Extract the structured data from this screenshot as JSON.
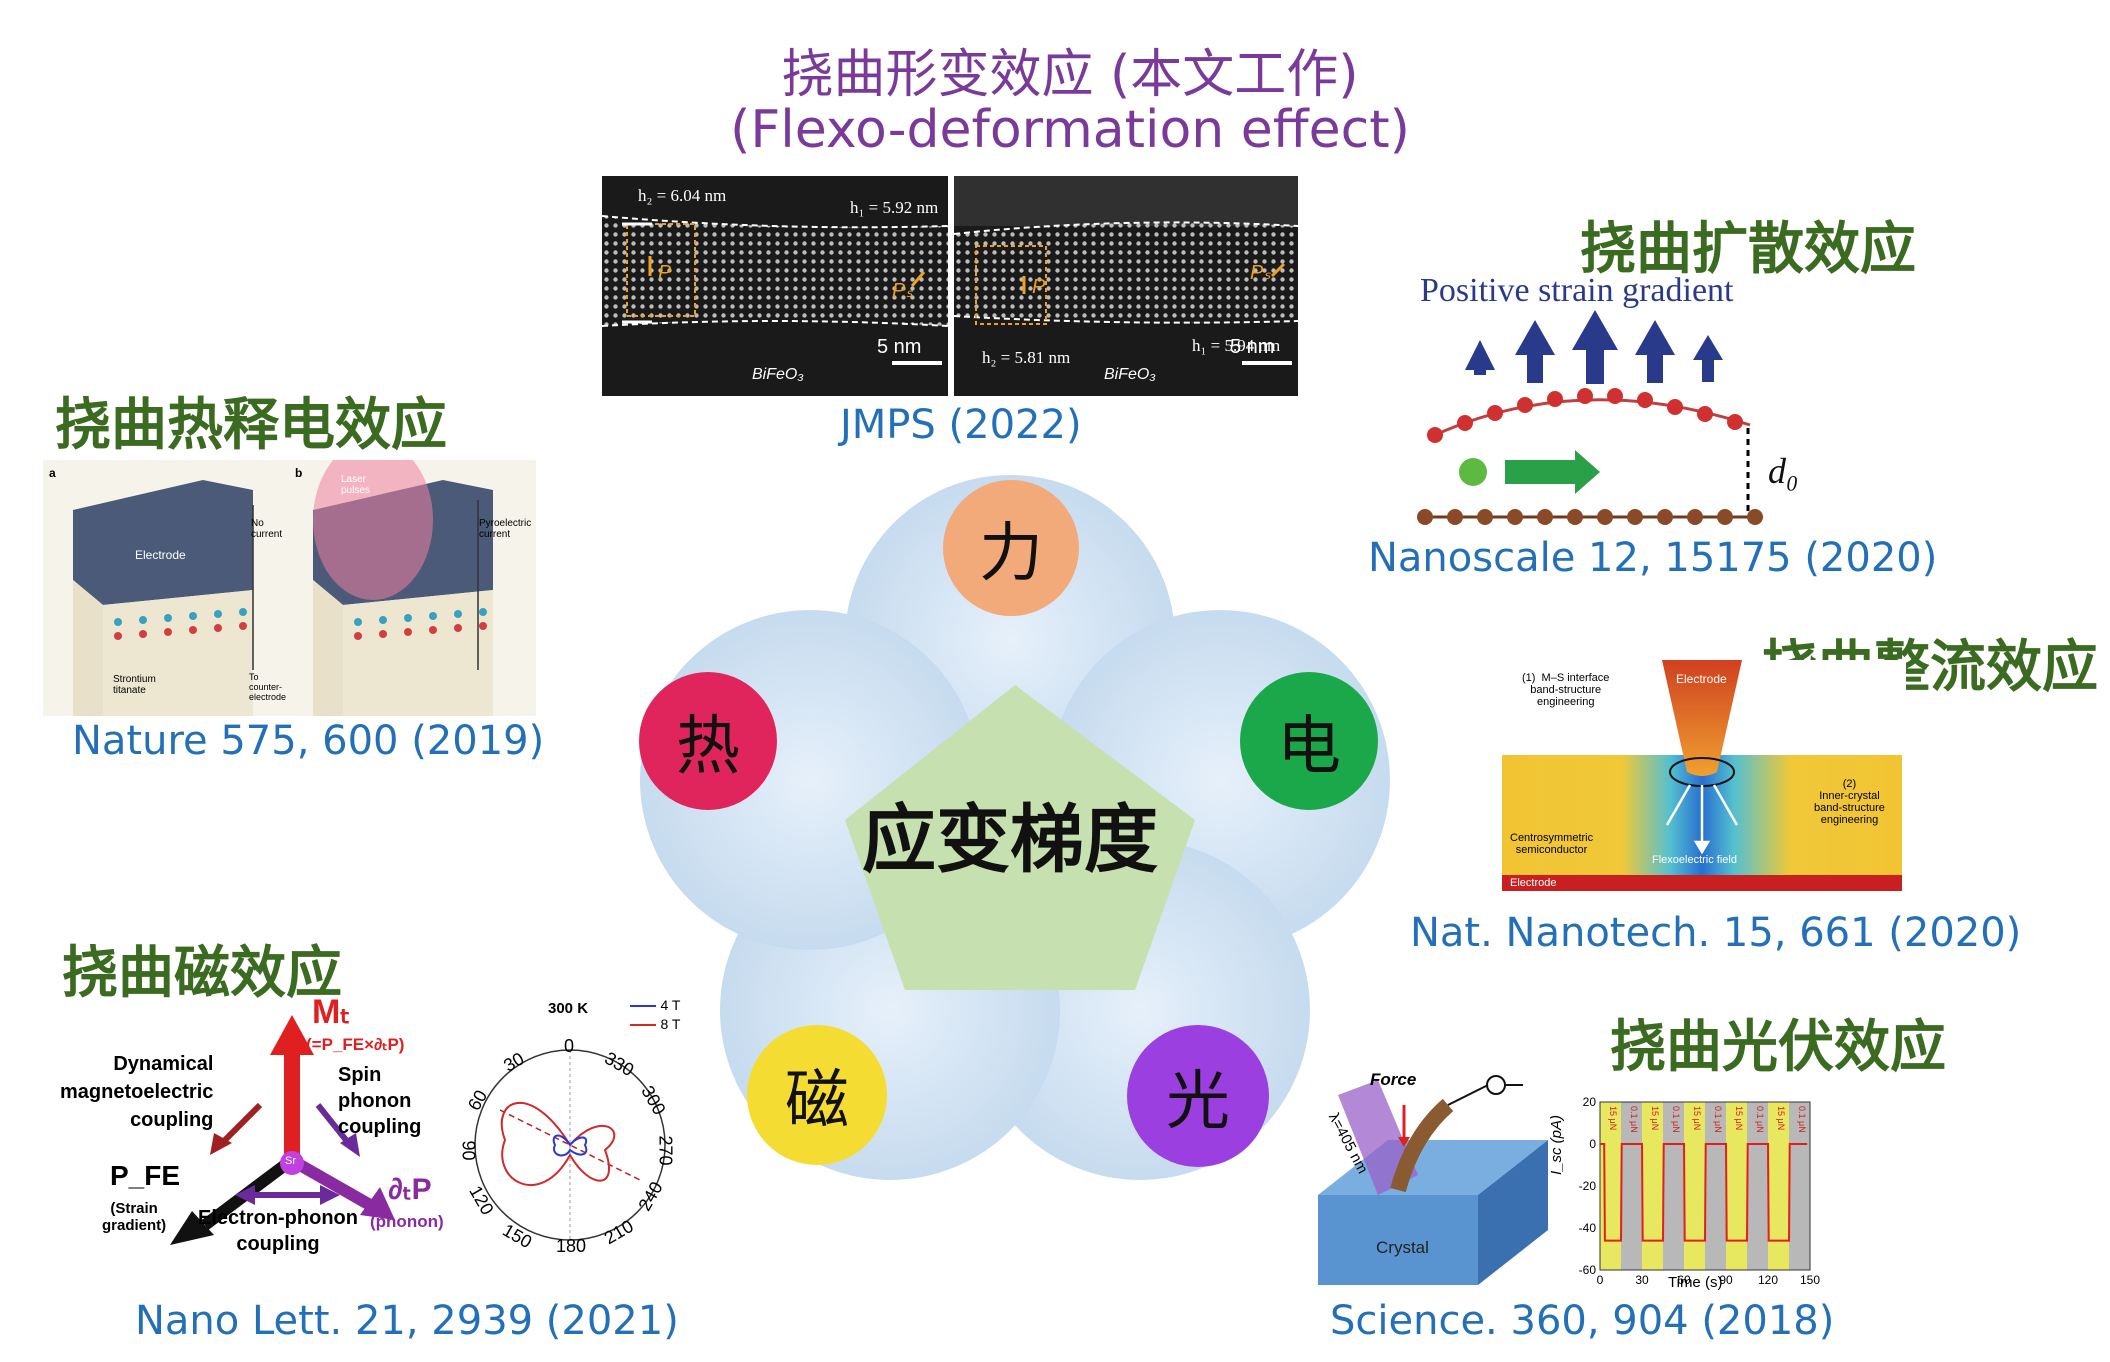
{
  "center": {
    "label": "应变梯度",
    "nodes": [
      {
        "label": "力",
        "color": "#f2aa7a"
      },
      {
        "label": "电",
        "color": "#1aa84a"
      },
      {
        "label": "光",
        "color": "#9b3fe0"
      },
      {
        "label": "磁",
        "color": "#f5dc32"
      },
      {
        "label": "热",
        "color": "#e0255c"
      }
    ],
    "petal_color": "#cde0f2",
    "pentagon_color": "#c6e0b0"
  },
  "deformation": {
    "title_cn": "挠曲形变效应 (本文工作)",
    "title_en": "(Flexo-deformation effect)",
    "ref": "JMPS (2022)",
    "left_img": {
      "h2": "h₂ = 6.04 nm",
      "h1": "h₁ = 5.92 nm",
      "p": "P",
      "ps": "Pₛ",
      "material": "BiFeO₃",
      "scale": "5 nm"
    },
    "right_img": {
      "h2": "h₂ = 5.81 nm",
      "h1": "h₁ = 5.94 nm",
      "p": "P",
      "ps": "Pₛ",
      "material": "BiFeO₃",
      "scale": "5 nm"
    }
  },
  "diffusion": {
    "title": "挠曲扩散效应",
    "ref": "Nanoscale 12, 15175 (2020)",
    "label": "Positive strain gradient",
    "d0": "d₀"
  },
  "pyroelectric": {
    "title": "挠曲热释电效应",
    "ref": "Nature 575, 600 (2019)",
    "labels": {
      "a": "a",
      "b": "b",
      "electrode": "Electrode",
      "no_current": "No\ncurrent",
      "laser": "Laser\npulses",
      "pyro_current": "Pyroelectric\ncurrent",
      "sto": "Strontium\ntitanate",
      "counter": "To\ncounter-\nelectrode"
    }
  },
  "rectification": {
    "title": "挠曲整流效应",
    "ref": "Nat. Nanotech. 15, 661 (2020)",
    "labels": {
      "ms": "(1)  M–S interface\nband-structure\nengineering",
      "electrode_tip": "Electrode",
      "inner": "(2)\nInner-crystal\nband-structure\nengineering",
      "centro": "Centrosymmetric\nsemiconductor",
      "field": "Flexoelectric field",
      "electrode_bottom": "Electrode"
    }
  },
  "magnetic": {
    "title": "挠曲磁效应",
    "ref": "Nano Lett. 21, 2939 (2021)",
    "labels": {
      "mt": "Mₜ",
      "mt_eq": "(=P_FE×∂ₜP)",
      "dynamical": "Dynamical\nmagnetoelectric\ncoupling",
      "spin": "Spin\nphonon\ncoupling",
      "pfe": "P_FE",
      "strain": "(Strain\ngradient)",
      "ep": "Electron-phonon\ncoupling",
      "dtp": "∂ₜP",
      "phonon": "(phonon)",
      "sr": "Sr"
    },
    "polar": {
      "title": "300 K",
      "legend": [
        "4 T",
        "8 T"
      ],
      "legend_colors": [
        "#2a3ad0",
        "#d02a2a"
      ],
      "angles": [
        "0",
        "30",
        "60",
        "90",
        "120",
        "150",
        "180",
        "210",
        "240",
        "270",
        "300",
        "330"
      ]
    }
  },
  "photovoltaic": {
    "title": "挠曲光伏效应",
    "ref": "Science. 360, 904 (2018)",
    "labels": {
      "force": "Force",
      "lambda": "λ=405 nm",
      "crystal": "Crystal"
    },
    "chart_data": {
      "type": "line",
      "xlabel": "Time (s)",
      "ylabel": "I_sc (pA)",
      "xlim": [
        0,
        150
      ],
      "ylim": [
        -60,
        20
      ],
      "xticks": [
        0,
        30,
        60,
        90,
        120,
        150
      ],
      "yticks": [
        20,
        0,
        -20,
        -40,
        -60
      ],
      "band_labels": [
        "15 μN",
        "0.1 μN"
      ],
      "x": [
        0,
        3,
        3.5,
        15,
        15.5,
        30,
        30.5,
        45,
        45.5,
        60,
        60.5,
        75,
        75.5,
        90,
        90.5,
        105,
        105.5,
        120,
        120.5,
        135,
        135.5,
        148
      ],
      "y": [
        0,
        0,
        -46,
        -46,
        0,
        0,
        -46,
        -46,
        0,
        0,
        -46,
        -46,
        0,
        0,
        -46,
        -46,
        0,
        0,
        -46,
        -46,
        0,
        0
      ]
    }
  }
}
